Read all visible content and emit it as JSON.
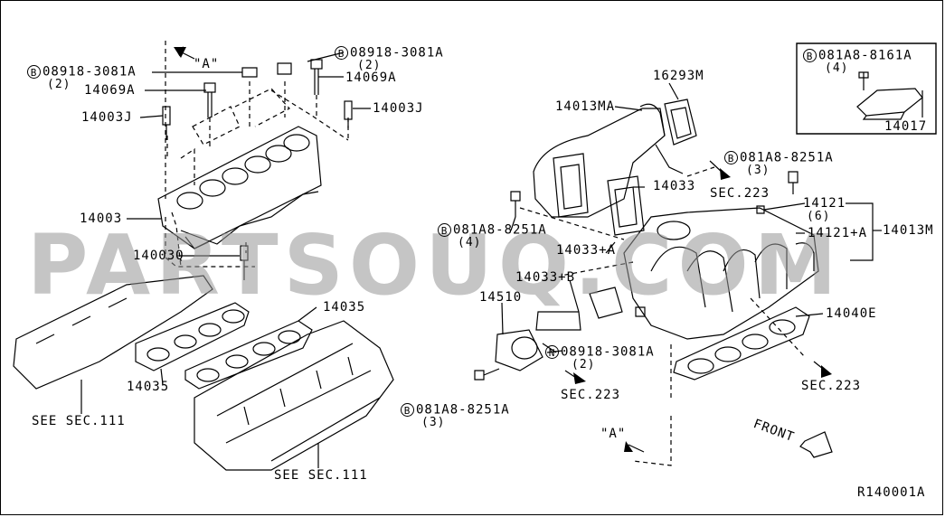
{
  "watermark": "PARTSOUQ.COM",
  "diagram_code": "R140001A",
  "labels": {
    "b_08918_3081A_left": "08918-3081A",
    "b_08918_3081A_left_qty": "(2)",
    "b_08918_3081A_right": "08918-3081A",
    "b_08918_3081A_right_qty": "(2)",
    "view_a_top": "\"A\"",
    "p14069A_left": "14069A",
    "p14069A_right": "14069A",
    "p14003J_left": "14003J",
    "p14003J_right": "14003J",
    "p14003": "14003",
    "p14003Q": "14003Q",
    "p14035_right": "14035",
    "p14035_left": "14035",
    "see_sec111_left": "SEE SEC.111",
    "see_sec111_right": "SEE SEC.111",
    "p16293M": "16293M",
    "p14013MA": "14013MA",
    "p14033": "14033",
    "sec223_top": "SEC.223",
    "b_081A8_8251A_top": "081A8-8251A",
    "b_081A8_8251A_top_qty": "(3)",
    "b_081A8_8161A": "081A8-8161A",
    "b_081A8_8161A_qty": "(4)",
    "p14017": "14017",
    "p14121": "14121",
    "p14121_qty": "(6)",
    "p14121A": "14121+A",
    "p14013M": "14013M",
    "b_081A8_8251A_mid": "081A8-8251A",
    "b_081A8_8251A_mid_qty": "(4)",
    "p14033A": "14033+A",
    "p14033B": "14033+B",
    "p14510": "14510",
    "n_08918_3081A": "08918-3081A",
    "n_08918_3081A_qty": "(2)",
    "sec223_mid": "SEC.223",
    "p14040E": "14040E",
    "sec223_right": "SEC.223",
    "b_081A8_8251A_bottom": "081A8-8251A",
    "b_081A8_8251A_bottom_qty": "(3)",
    "view_a_bottom": "\"A\"",
    "front": "FRONT",
    "badge_b": "B",
    "badge_n": "N"
  }
}
